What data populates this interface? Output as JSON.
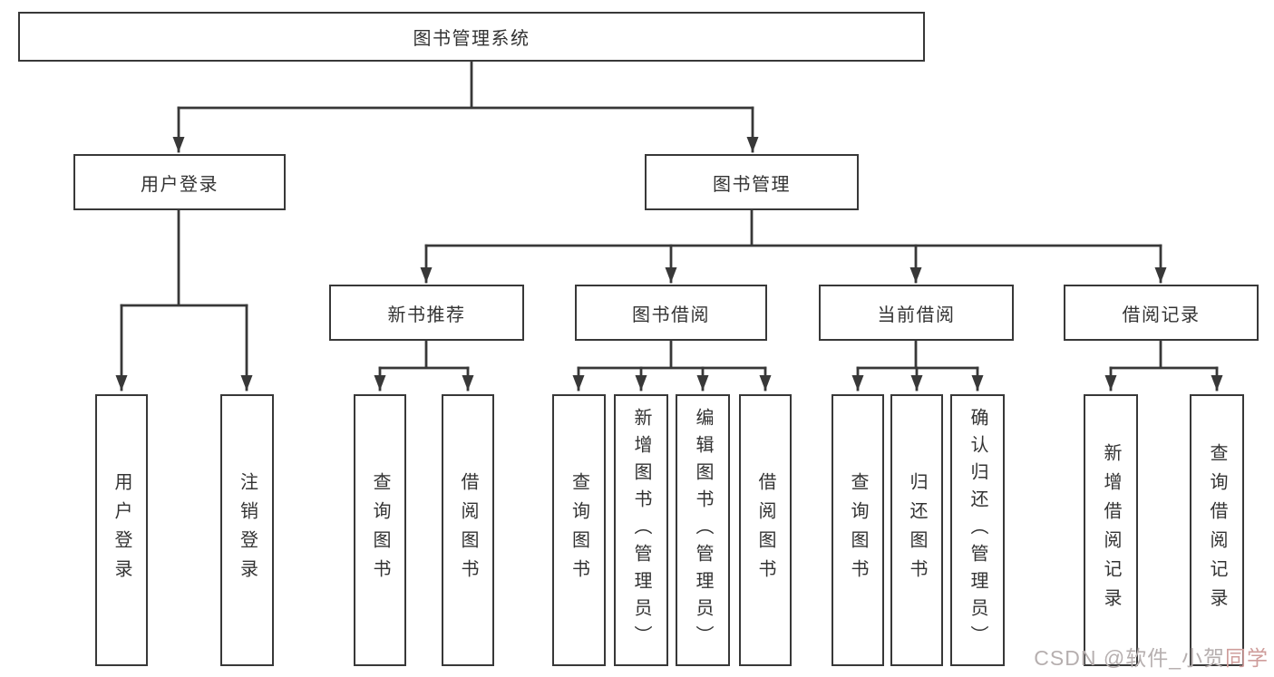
{
  "colors": {
    "line": "#383838",
    "text": "#333333",
    "background": "#ffffff",
    "watermark_gray": "#b6afaf",
    "watermark_red": "#cf9d9b"
  },
  "tree": {
    "root": {
      "label": "图书管理系统",
      "children": [
        {
          "label": "用户登录",
          "children": [
            {
              "label": "用户登录"
            },
            {
              "label": "注销登录"
            }
          ]
        },
        {
          "label": "图书管理",
          "children": [
            {
              "label": "新书推荐",
              "children": [
                {
                  "label": "查询图书"
                },
                {
                  "label": "借阅图书"
                }
              ]
            },
            {
              "label": "图书借阅",
              "children": [
                {
                  "label": "查询图书"
                },
                {
                  "label": "新增图书（管理员）"
                },
                {
                  "label": "编辑图书（管理员）"
                },
                {
                  "label": "借阅图书"
                }
              ]
            },
            {
              "label": "当前借阅",
              "children": [
                {
                  "label": "查询图书"
                },
                {
                  "label": "归还图书"
                },
                {
                  "label": "确认归还（管理员）"
                }
              ]
            },
            {
              "label": "借阅记录",
              "children": [
                {
                  "label": "新增借阅记录"
                },
                {
                  "label": "查询借阅记录"
                }
              ]
            }
          ]
        }
      ]
    }
  },
  "watermark": {
    "prefix": "CSDN @软件_小贺",
    "suffix": "同学"
  }
}
